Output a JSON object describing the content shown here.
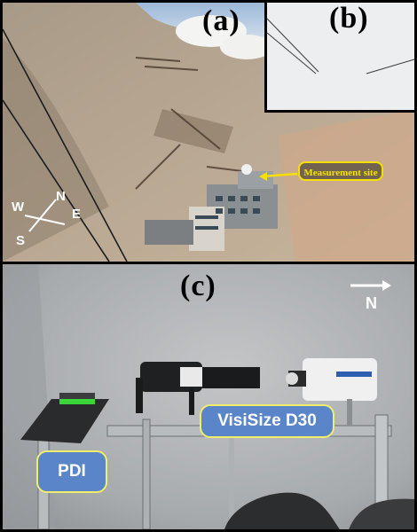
{
  "panels": {
    "a": {
      "label": "(a)"
    },
    "b": {
      "label": "(b)"
    },
    "c": {
      "label": "(c)"
    }
  },
  "annotations": {
    "measurement_site": "Measurement site",
    "compass": {
      "north": "N",
      "south": "S",
      "east": "E",
      "west": "W"
    },
    "north_arrow_label": "N",
    "instrument_visisize": "VisiSize D30",
    "instrument_pdi": "PDI"
  },
  "colors": {
    "callout_yellow": "#f5e000",
    "tag_blue": "#5a86c9",
    "tag_border": "#f1ee6a",
    "laser_green": "#3cff3c"
  }
}
